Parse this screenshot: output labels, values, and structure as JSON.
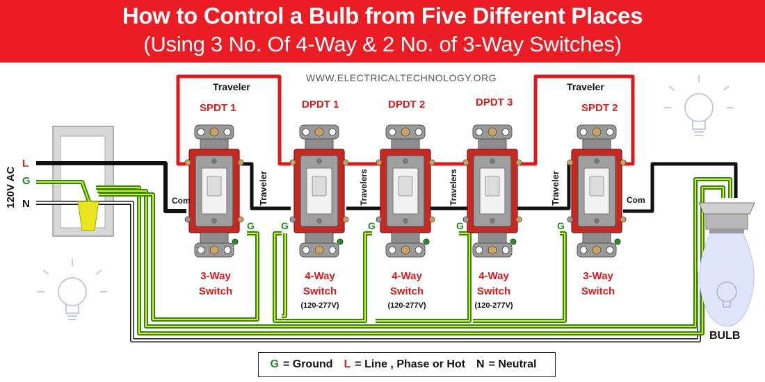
{
  "title": {
    "line1": "How to Control a Bulb from Five Different Places",
    "line2": "(Using 3 No. Of 4-Way & 2 No. of 3-Way Switches)"
  },
  "website": "WWW.ELECTRICALTECHNOLOGY.ORG",
  "supply": {
    "label": "120V AC",
    "terminals": [
      "L",
      "G",
      "N"
    ]
  },
  "wire_labels": {
    "traveler_top": "Traveler",
    "traveler": "Traveler",
    "travelers": "Travelers",
    "com": "Com",
    "g": "G"
  },
  "switches": [
    {
      "top": "SPDT 1",
      "type_line1": "3-Way",
      "type_line2": "Switch",
      "rating": ""
    },
    {
      "top": "DPDT 1",
      "type_line1": "4-Way",
      "type_line2": "Switch",
      "rating": "(120-277V)"
    },
    {
      "top": "DPDT 2",
      "type_line1": "4-Way",
      "type_line2": "Switch",
      "rating": "(120-277V)"
    },
    {
      "top": "DPDT 3",
      "type_line1": "4-Way",
      "type_line2": "Switch",
      "rating": "(120-277V)"
    },
    {
      "top": "SPDT 2",
      "type_line1": "3-Way",
      "type_line2": "Switch",
      "rating": ""
    }
  ],
  "bulb_label": "BULB",
  "legend": {
    "g_key": "G",
    "g_text": "= Ground",
    "l_key": "L",
    "l_text": "= Line , Phase or Hot",
    "n_key": "N",
    "n_text": "= Neutral"
  },
  "colors": {
    "banner": "#ec1c24",
    "line_wire": "#e11818",
    "neutral_wire": "#111111",
    "ground_wire": "#1e8c1e",
    "ground_stripe": "#f2e600",
    "switch_body": "#c8281f",
    "connector": "#e8e51e"
  },
  "icons": [
    "lightbulb-icon",
    "wire-nut-icon",
    "switch-icon",
    "bulb-socket-icon"
  ]
}
